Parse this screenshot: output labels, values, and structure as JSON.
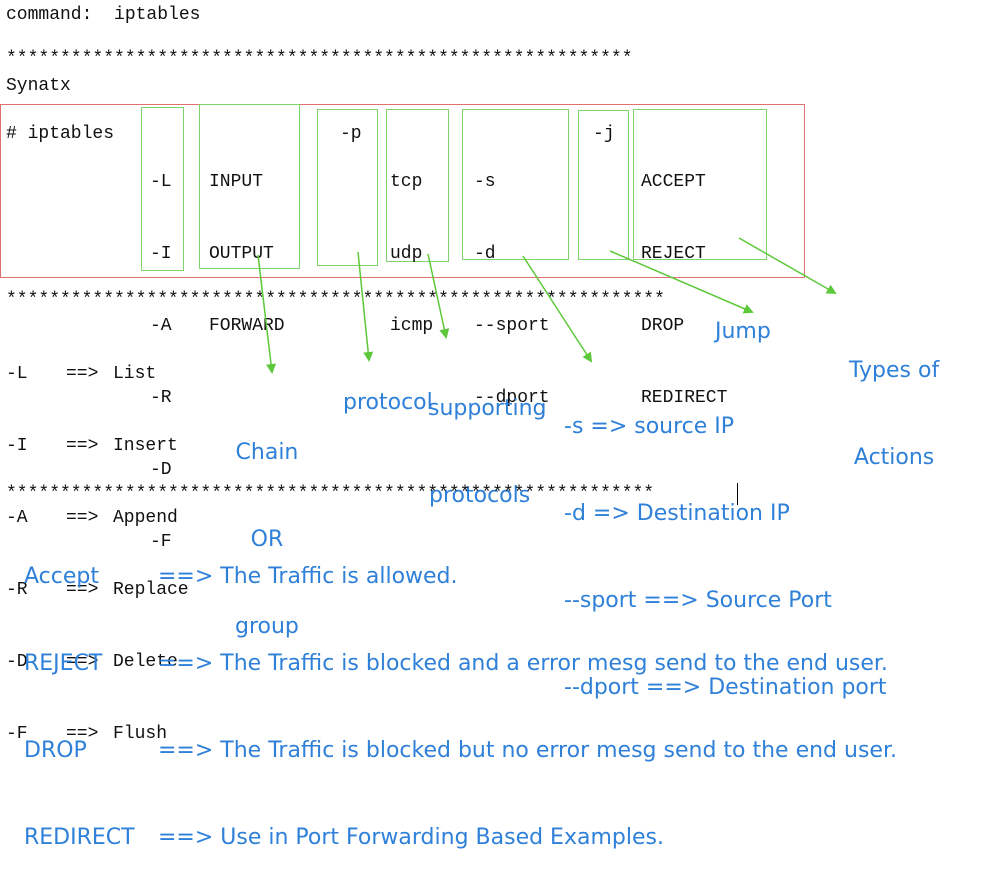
{
  "command_line": "command:  iptables",
  "separator1": "**********************************************************",
  "syntax_heading": "Synatx",
  "syntax": {
    "prompt": "# iptables",
    "commands": [
      "-L",
      "-I",
      "-A",
      "-R",
      "-D",
      "-F"
    ],
    "chains": [
      "INPUT",
      "OUTPUT",
      "FORWARD"
    ],
    "protocol_flag": "-p",
    "protocols": [
      "tcp",
      "udp",
      "icmp"
    ],
    "address_flags": [
      "-s",
      "-d",
      "--sport",
      "--dport"
    ],
    "jump_flag": "-j",
    "actions": [
      "ACCEPT",
      "REJECT",
      "DROP",
      "REDIRECT"
    ]
  },
  "separator2": "*************************************************************",
  "legend": [
    {
      "flag": "-L",
      "arrow": "==>",
      "meaning": "List"
    },
    {
      "flag": "-I",
      "arrow": "==>",
      "meaning": "Insert"
    },
    {
      "flag": "-A",
      "arrow": "==>",
      "meaning": "Append"
    },
    {
      "flag": "-R",
      "arrow": "==>",
      "meaning": "Replace"
    },
    {
      "flag": "-D",
      "arrow": "==>",
      "meaning": "Delete"
    },
    {
      "flag": "-F",
      "arrow": "==>",
      "meaning": "Flush"
    }
  ],
  "annotations": {
    "chain": [
      "Chain",
      "OR",
      "group"
    ],
    "protocol": "protocol",
    "supporting_protocols": [
      "supporting",
      "protocols"
    ],
    "jump": "Jump",
    "types_of_actions": [
      "Types of",
      "Actions"
    ],
    "address_lines": [
      "-s => source IP",
      "-d => Destination IP",
      "--sport ==> Source Port",
      "--dport ==> Destination port"
    ]
  },
  "separator3": "************************************************************",
  "action_descriptions": [
    {
      "name": "Accept",
      "text": "==> The Traffic is allowed."
    },
    {
      "name": "REJECT",
      "text": "==> The Traffic is blocked and a error mesg send to the end user."
    },
    {
      "name": "DROP",
      "text": "==> The Traffic is blocked but no error mesg send to the end user."
    },
    {
      "name": "REDIRECT",
      "text": "==> Use in Port Forwarding Based Examples."
    }
  ],
  "colors": {
    "annotation_text": "#2f80d8",
    "arrow": "#5cc83a",
    "red_box": "#e06f6f",
    "green_box": "#7fd36b"
  }
}
